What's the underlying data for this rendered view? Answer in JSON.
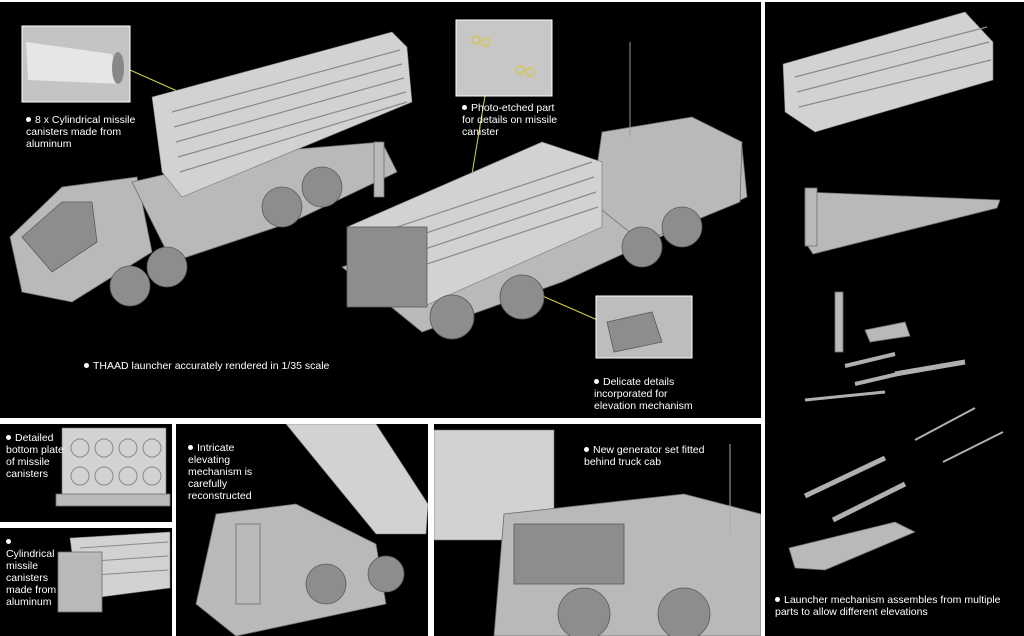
{
  "captions": {
    "canisters": "8 x Cylindrical missile canisters made from aluminum",
    "photo_etched": "Photo-etched part for details on missile canister",
    "scale": "THAAD launcher accurately rendered in 1/35 scale",
    "elevation": "Delicate details incorporated for elevation mechanism",
    "bottom_plate": "Detailed bottom plate of missile canisters",
    "cyl_canisters": "Cylindrical missile canisters made from aluminum",
    "elevating": "Intricate elevating mechanism is carefully reconstructed",
    "generator": "New generator set fitted behind truck cab",
    "launcher_mech": "Launcher mechanism assembles from multiple parts to allow different elevations"
  },
  "colors": {
    "background": "#000000",
    "model_gray": "#b9b9b9",
    "callout_line": "#d8d24a",
    "border": "#ffffff"
  }
}
